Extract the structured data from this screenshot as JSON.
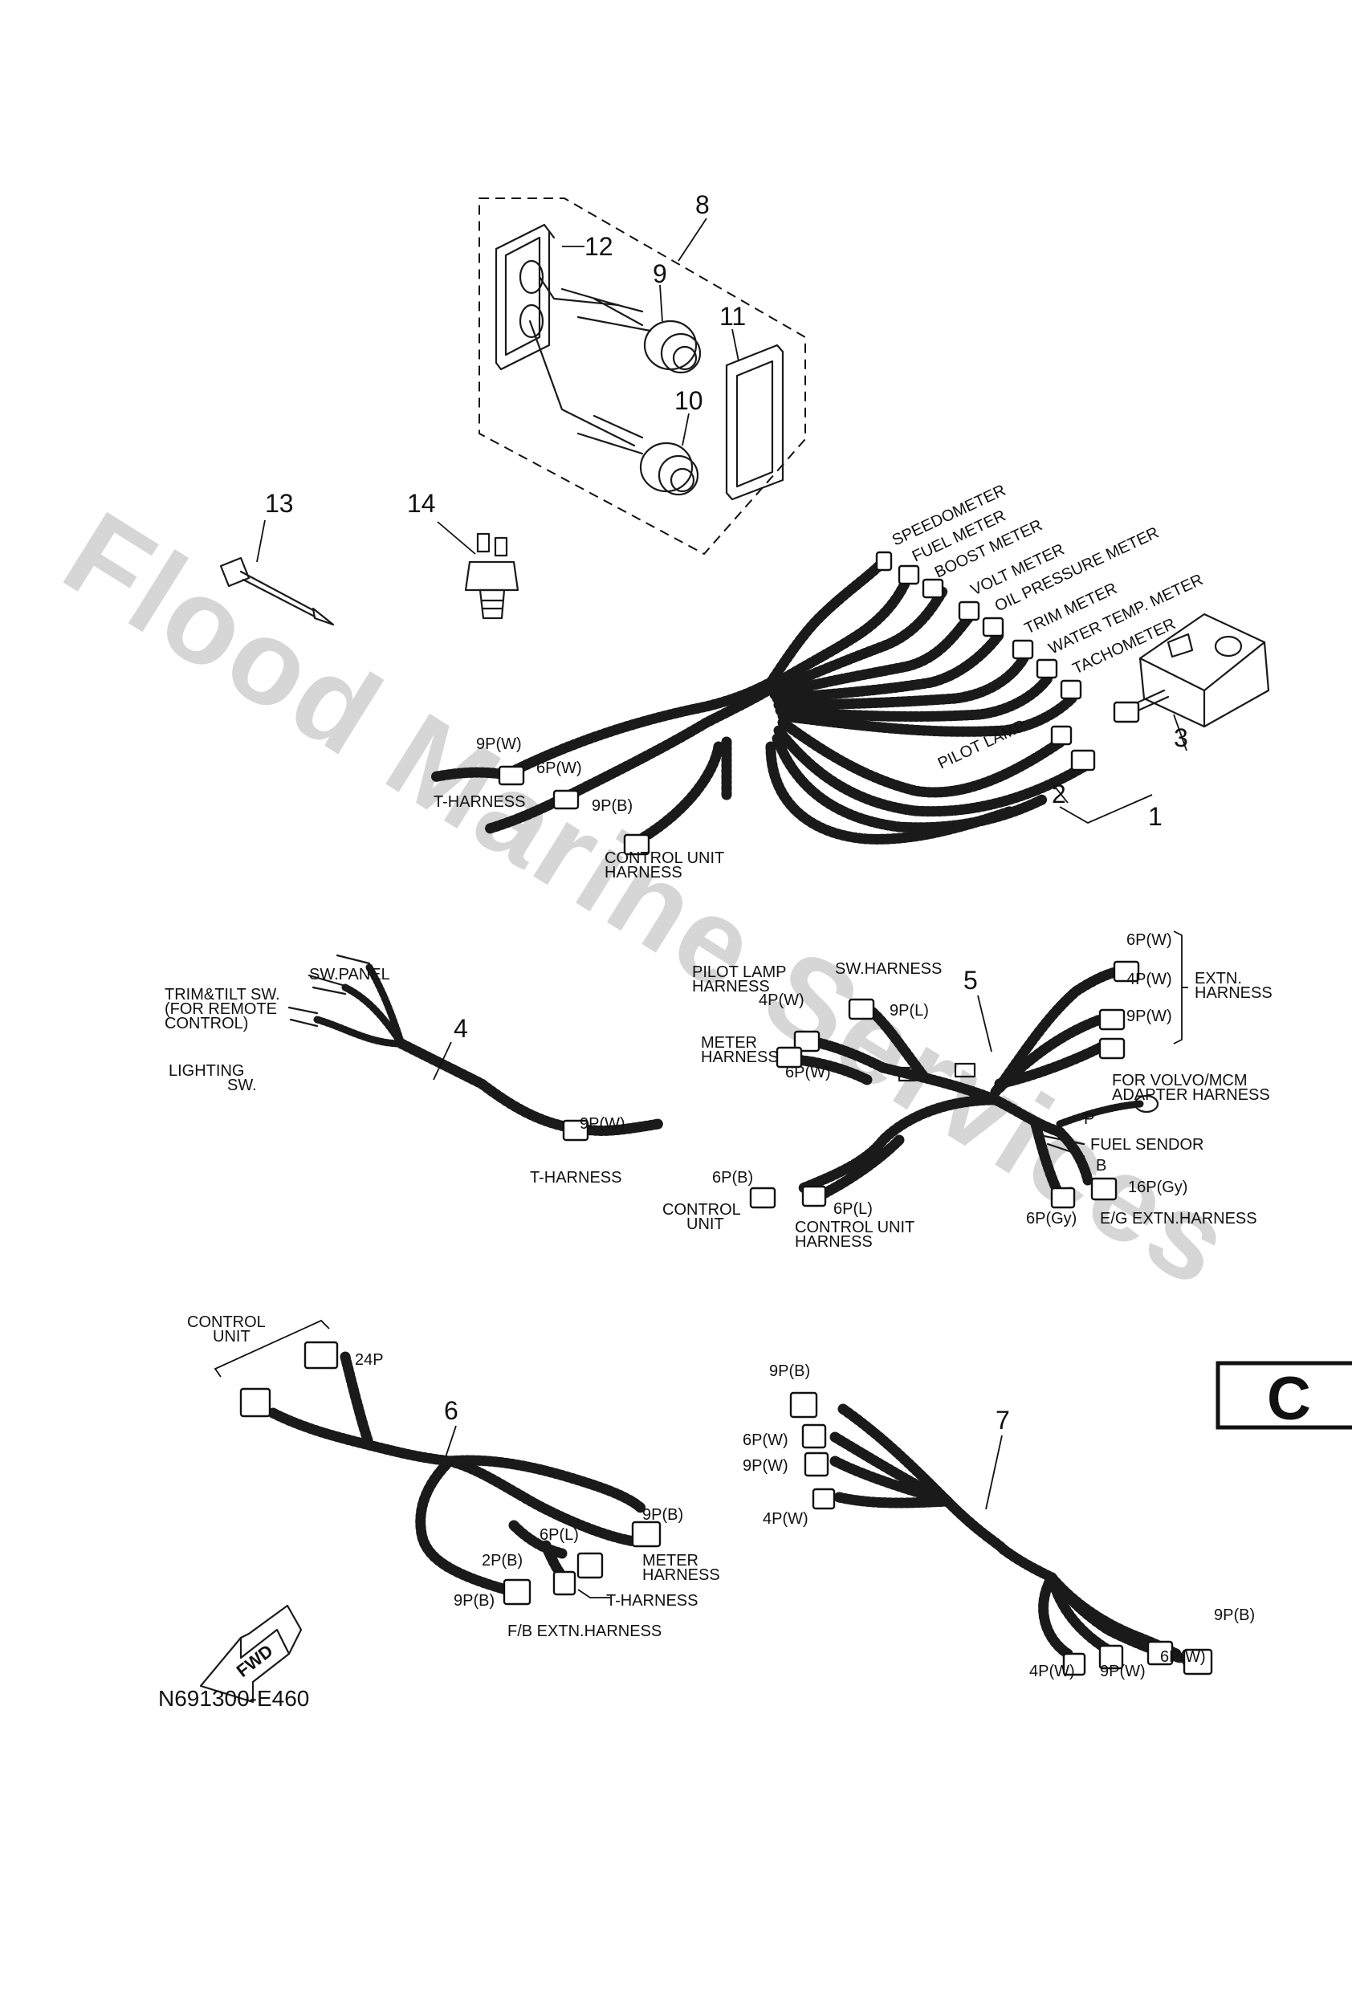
{
  "watermark": "Flood Marine Services",
  "diagram_code": "N691300-E460",
  "page_letter": "C",
  "fwd_label": "FWD",
  "callouts": {
    "c1": "1",
    "c2": "2",
    "c3": "3",
    "c4": "4",
    "c5": "5",
    "c6": "6",
    "c7": "7",
    "c8": "8",
    "c9": "9",
    "c10": "10",
    "c11": "11",
    "c12": "12",
    "c13": "13",
    "c14": "14"
  },
  "meter_labels": [
    "SPEEDOMETER",
    "FUEL METER",
    "BOOST METER",
    "VOLT METER",
    "OIL PRESSURE METER",
    "TRIM METER",
    "WATER TEMP. METER",
    "TACHOMETER"
  ],
  "harness1": {
    "pilot_lamp": "PILOT LAMP",
    "c9pw": "9P(W)",
    "c6pw": "6P(W)",
    "t_harness": "T-HARNESS",
    "c9pb": "9P(B)",
    "control_unit_harness_1": "CONTROL UNIT",
    "control_unit_harness_2": "HARNESS"
  },
  "harness4": {
    "sw_panel": "SW.PANEL",
    "trim_tilt_1": "TRIM&TILT SW.",
    "trim_tilt_2": "(FOR REMOTE",
    "trim_tilt_3": "CONTROL)",
    "lighting_1": "LIGHTING",
    "lighting_2": "SW.",
    "c9pw": "9P(W)",
    "t_harness": "T-HARNESS"
  },
  "harness5": {
    "pilot_lamp_1": "PILOT LAMP",
    "pilot_lamp_2": "HARNESS",
    "sw_harness": "SW.HARNESS",
    "c4pw": "4P(W)",
    "c9pl": "9P(L)",
    "meter_1": "METER",
    "meter_2": "HARNESS",
    "c6pw_left": "6P(W)",
    "ext_6pw": "6P(W)",
    "ext_4pw": "4P(W)",
    "ext_9pw": "9P(W)",
    "extn_1": "EXTN.",
    "extn_2": "HARNESS",
    "volvo_1": "FOR VOLVO/MCM",
    "volvo_2": "ADAPTER HARNESS",
    "p": "P",
    "fuel_sendor": "FUEL SENDOR",
    "b": "B",
    "c16pgy": "16P(Gy)",
    "c6pgy": "6P(Gy)",
    "eg_extn": "E/G EXTN.HARNESS",
    "c6pb": "6P(B)",
    "control_unit_1": "CONTROL",
    "control_unit_2": "UNIT",
    "c6pl": "6P(L)",
    "cu_harness_1": "CONTROL UNIT",
    "cu_harness_2": "HARNESS"
  },
  "harness6": {
    "control_unit_1": "CONTROL",
    "control_unit_2": "UNIT",
    "c24p": "24P",
    "c9pb_top": "9P(B)",
    "meter_1": "METER",
    "meter_2": "HARNESS",
    "c6pl": "6P(L)",
    "c2pb": "2P(B)",
    "t_harness": "T-HARNESS",
    "c9pb_left": "9P(B)",
    "fb_extn": "F/B EXTN.HARNESS"
  },
  "harness7": {
    "c9pb_top": "9P(B)",
    "c6pw_left": "6P(W)",
    "c9pw_left": "9P(W)",
    "c4pw_left": "4P(W)",
    "c9pb_right": "9P(B)",
    "c4pw_bottom": "4P(W)",
    "c9pw_bottom": "9P(W)",
    "c6pw_bottom": "6P(W)"
  }
}
